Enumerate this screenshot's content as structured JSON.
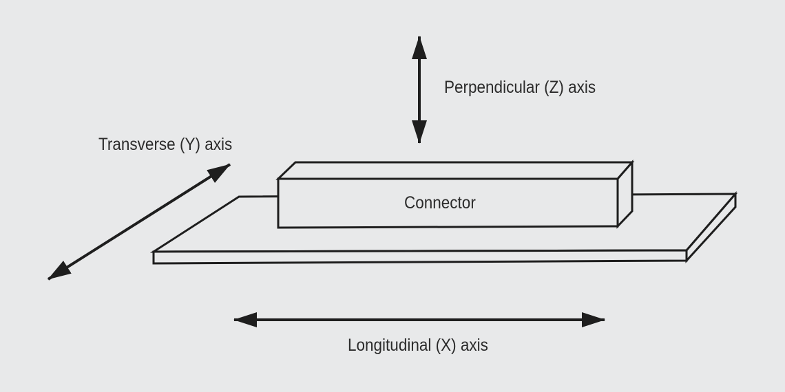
{
  "diagram": {
    "labels": {
      "perpendicular_axis": "Perpendicular (Z) axis",
      "transverse_axis": "Transverse (Y) axis",
      "longitudinal_axis": "Longitudinal (X) axis",
      "connector": "Connector"
    },
    "colors": {
      "background": "#e8e9ea",
      "stroke": "#1e1e1e",
      "fill": "#e8e9ea",
      "text": "#2b2b2b"
    }
  }
}
